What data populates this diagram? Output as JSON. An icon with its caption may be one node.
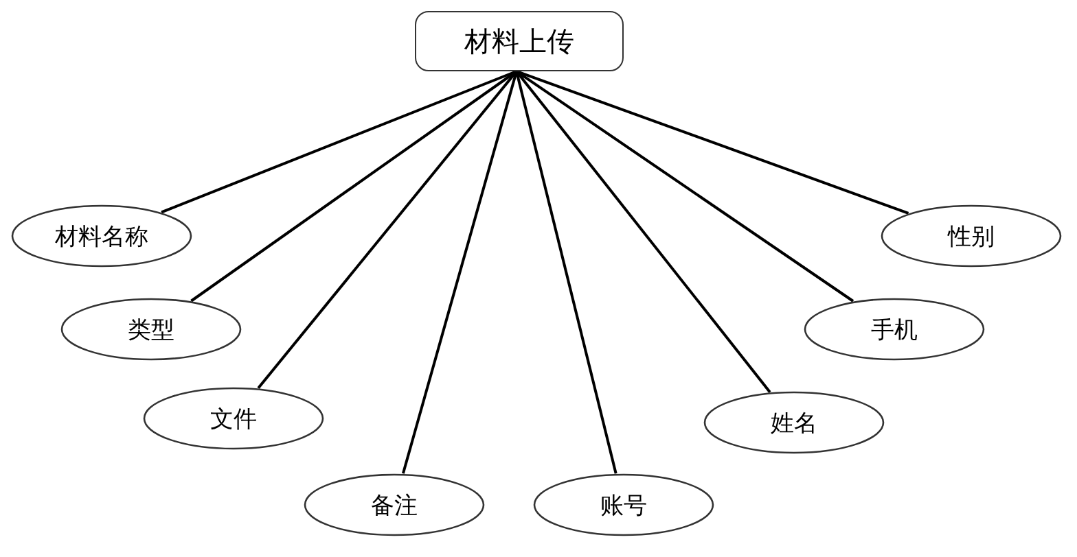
{
  "diagram": {
    "nodes": [
      {
        "text": [
          "材料上传"
        ]
      },
      {
        "text": [
          "材料名称"
        ]
      },
      {
        "text": [
          "类型"
        ]
      },
      {
        "text": [
          "文件"
        ]
      },
      {
        "text": [
          "备注"
        ]
      },
      {
        "text": [
          "账号"
        ]
      },
      {
        "text": [
          "姓名"
        ]
      },
      {
        "text": [
          "手机"
        ]
      },
      {
        "text": [
          "性别"
        ]
      }
    ],
    "edges": [
      {
        "from": 0,
        "to": 1,
        "arrow": "none"
      },
      {
        "from": 0,
        "to": 2,
        "arrow": "none"
      },
      {
        "from": 0,
        "to": 3,
        "arrow": "none"
      },
      {
        "from": 0,
        "to": 4,
        "arrow": "none"
      },
      {
        "from": 0,
        "to": 5,
        "arrow": "none"
      },
      {
        "from": 0,
        "to": 6,
        "arrow": "none"
      },
      {
        "from": 0,
        "to": 7,
        "arrow": "none"
      },
      {
        "from": 0,
        "to": 8,
        "arrow": "none"
      }
    ]
  }
}
